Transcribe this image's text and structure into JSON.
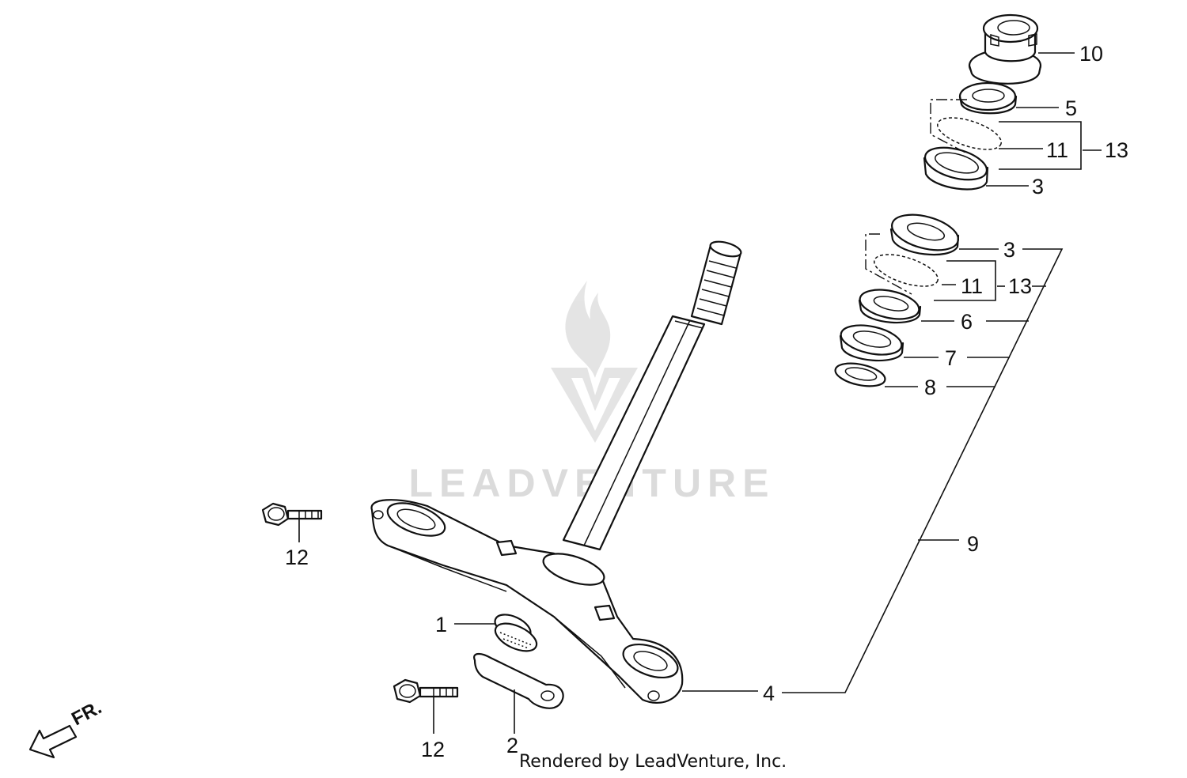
{
  "watermark": {
    "brand": "LEADVENTURE"
  },
  "credit": "Rendered by LeadVenture, Inc.",
  "direction_marker": "FR.",
  "callouts": {
    "c10": "10",
    "c5": "5",
    "c11_top": "11",
    "c13_top": "13",
    "c3_top": "3",
    "c3_lower": "3",
    "c11_lower": "11",
    "c13_lower": "13",
    "c6": "6",
    "c7": "7",
    "c8": "8",
    "c9": "9",
    "c4": "4",
    "c1": "1",
    "c2": "2",
    "c12_left": "12",
    "c12_bottom": "12"
  },
  "parts": [
    "steering-nut",
    "upper-bearing-race",
    "steel-ball-set",
    "steering-stem",
    "dust-seal",
    "washer",
    "bottom-bridge",
    "cable-clamp",
    "bolt",
    "stop-ring"
  ]
}
